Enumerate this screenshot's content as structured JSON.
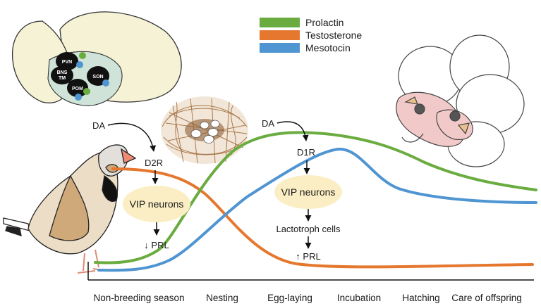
{
  "legend": [
    {
      "label": "Prolactin",
      "color": "#6aac3f"
    },
    {
      "label": "Testosterone",
      "color": "#e5782e"
    },
    {
      "label": "Mesotocin",
      "color": "#4f95d1"
    }
  ],
  "stages": [
    "Non-breeding season",
    "Nesting",
    "Egg-laying",
    "Incubation",
    "Hatching",
    "Care of offspring"
  ],
  "brain": {
    "nuclei": [
      {
        "label": "PVN"
      },
      {
        "label": "BNS\nTM"
      },
      {
        "label": "SON"
      },
      {
        "label": "POM"
      }
    ]
  },
  "pathway_left": {
    "input": "DA",
    "receptor": "D2R",
    "cells": "VIP neurons",
    "output": "↓ PRL"
  },
  "pathway_right": {
    "input": "DA",
    "receptor": "D1R",
    "cells": "VIP neurons",
    "intermediate": "Lactotroph cells",
    "output": "↑ PRL"
  },
  "colors": {
    "prolactin": "#6aac3f",
    "testosterone": "#e5782e",
    "mesotocin": "#4f95d1",
    "vip_fill": "#fbeec4",
    "brain_fill": "#f6f2d6",
    "hypothal_fill": "#cfe3d8",
    "pituitary_fill": "#f2c9c9"
  }
}
